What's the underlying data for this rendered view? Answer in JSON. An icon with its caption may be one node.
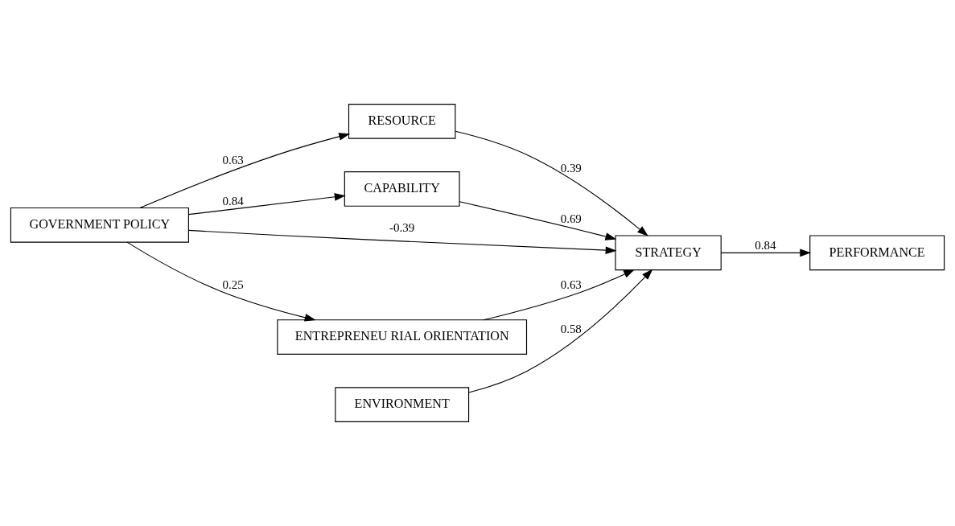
{
  "diagram": {
    "nodes": [
      {
        "text": [
          "GOVERNMENT POLICY"
        ]
      },
      {
        "text": [
          "RESOURCE"
        ]
      },
      {
        "text": [
          "CAPABILITY"
        ]
      },
      {
        "text": [
          "STRATEGY"
        ]
      },
      {
        "text": [
          "PERFORMANCE"
        ]
      },
      {
        "text": [
          "ENTREPRENEU RIAL ORIENTATION"
        ]
      },
      {
        "text": [
          "ENVIRONMENT"
        ]
      }
    ],
    "edges": [
      {
        "from": 0,
        "to": 1,
        "arrow": "to",
        "label": "0.63"
      },
      {
        "from": 0,
        "to": 2,
        "arrow": "to",
        "label": "0.84"
      },
      {
        "from": 0,
        "to": 5,
        "arrow": "to",
        "label": "0.25"
      },
      {
        "from": 0,
        "to": 3,
        "arrow": "to",
        "label": "-0.39"
      },
      {
        "from": 1,
        "to": 3,
        "arrow": "to",
        "label": "0.39"
      },
      {
        "from": 2,
        "to": 3,
        "arrow": "to",
        "label": "0.69"
      },
      {
        "from": 5,
        "to": 3,
        "arrow": "to",
        "label": "0.63"
      },
      {
        "from": 6,
        "to": 3,
        "arrow": "to",
        "label": "0.58"
      },
      {
        "from": 3,
        "to": 4,
        "arrow": "to",
        "label": "0.84"
      }
    ]
  }
}
